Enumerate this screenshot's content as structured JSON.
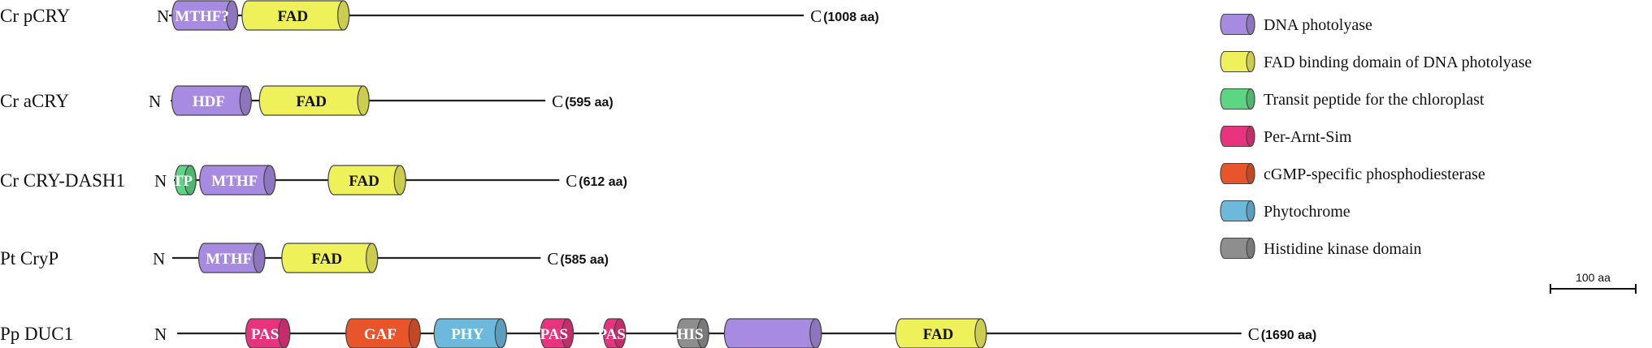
{
  "proteins": [
    {
      "name": "Cr pCRY",
      "length_aa": 1008,
      "c_label": "(1008 aa)",
      "domains": [
        {
          "label": "MTHF?",
          "type": "dna_photolyase",
          "start": 5,
          "end": 109
        },
        {
          "label": "FAD",
          "type": "fad_binding",
          "start": 116,
          "end": 286
        }
      ]
    },
    {
      "name": "Cr aCRY",
      "length_aa": 595,
      "c_label": "(595 aa)",
      "domains": [
        {
          "label": "HDF",
          "type": "dna_photolyase",
          "start": 2,
          "end": 128
        },
        {
          "label": "FAD",
          "type": "fad_binding",
          "start": 141,
          "end": 315
        }
      ]
    },
    {
      "name": "Cr CRY-DASH1",
      "length_aa": 612,
      "c_label": "(612 aa)",
      "domains": [
        {
          "label": "TP",
          "type": "transit_peptide",
          "start": 2,
          "end": 35
        },
        {
          "label": "MTHF",
          "type": "dna_photolyase",
          "start": 41,
          "end": 161
        },
        {
          "label": "FAD",
          "type": "fad_binding",
          "start": 245,
          "end": 368
        }
      ]
    },
    {
      "name": "Pt CryP",
      "length_aa": 585,
      "c_label": "(585 aa)",
      "domains": [
        {
          "label": "MTHF",
          "type": "dna_photolyase",
          "start": 42,
          "end": 147
        },
        {
          "label": "FAD",
          "type": "fad_binding",
          "start": 174,
          "end": 326
        }
      ]
    },
    {
      "name": "Pp DUC1",
      "length_aa": 1690,
      "c_label": "(1690 aa)",
      "domains": [
        {
          "label": "PAS",
          "type": "pas",
          "start": 109,
          "end": 179
        },
        {
          "label": "GAF",
          "type": "gaf",
          "start": 268,
          "end": 386
        },
        {
          "label": "PHY",
          "type": "phytochrome",
          "start": 408,
          "end": 523
        },
        {
          "label": "PAS",
          "type": "pas",
          "start": 577,
          "end": 629
        },
        {
          "label": "PAS",
          "type": "pas",
          "start": 677,
          "end": 712
        },
        {
          "label": "HIS",
          "type": "histidine_kinase",
          "start": 794,
          "end": 844
        },
        {
          "label": "",
          "type": "dna_photolyase",
          "start": 869,
          "end": 1023
        },
        {
          "label": "FAD",
          "type": "fad_binding",
          "start": 1141,
          "end": 1285
        }
      ]
    }
  ],
  "legend": [
    {
      "type": "dna_photolyase",
      "label": "DNA photolyase",
      "color": "#a78be0"
    },
    {
      "type": "fad_binding",
      "label": "FAD binding domain of DNA photolyase",
      "color": "#eef15a"
    },
    {
      "type": "transit_peptide",
      "label": "Transit peptide for the chloroplast",
      "color": "#5dd684"
    },
    {
      "type": "pas",
      "label": "Per-Arnt-Sim",
      "color": "#e8347f"
    },
    {
      "type": "gaf",
      "label": "cGMP-specific phosphodiesterase",
      "color": "#e8552a"
    },
    {
      "type": "phytochrome",
      "label": "Phytochrome",
      "color": "#6cb9dc"
    },
    {
      "type": "histidine_kinase",
      "label": "Histidine kinase domain",
      "color": "#8e8e8e"
    }
  ],
  "n_label": "N",
  "c_label": "C",
  "scale_bar": {
    "label": "100 aa",
    "length_aa": 100
  },
  "text_colors": {
    "light": "#ffffff",
    "dark": "#111111"
  }
}
